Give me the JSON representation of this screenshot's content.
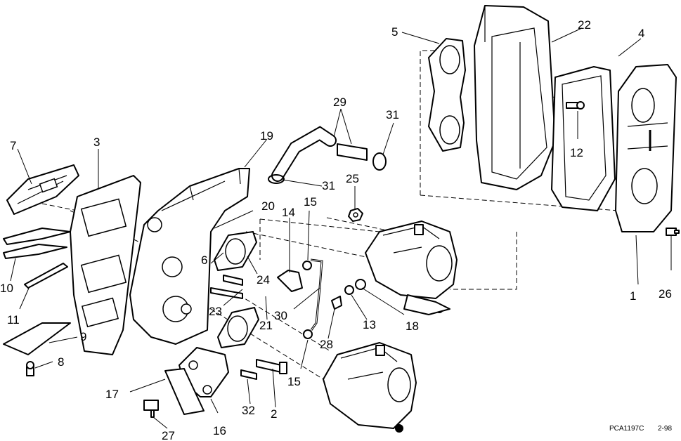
{
  "callouts": [
    "1",
    "2",
    "3",
    "4",
    "5",
    "6",
    "7",
    "8",
    "9",
    "10",
    "11",
    "12",
    "13",
    "14",
    "15",
    "15",
    "16",
    "17",
    "18",
    "19",
    "20",
    "21",
    "22",
    "23",
    "24",
    "25",
    "26",
    "27",
    "28",
    "29",
    "30",
    "31",
    "31",
    "32"
  ],
  "footer": {
    "code": "PCA1197C",
    "date": "2-98"
  }
}
